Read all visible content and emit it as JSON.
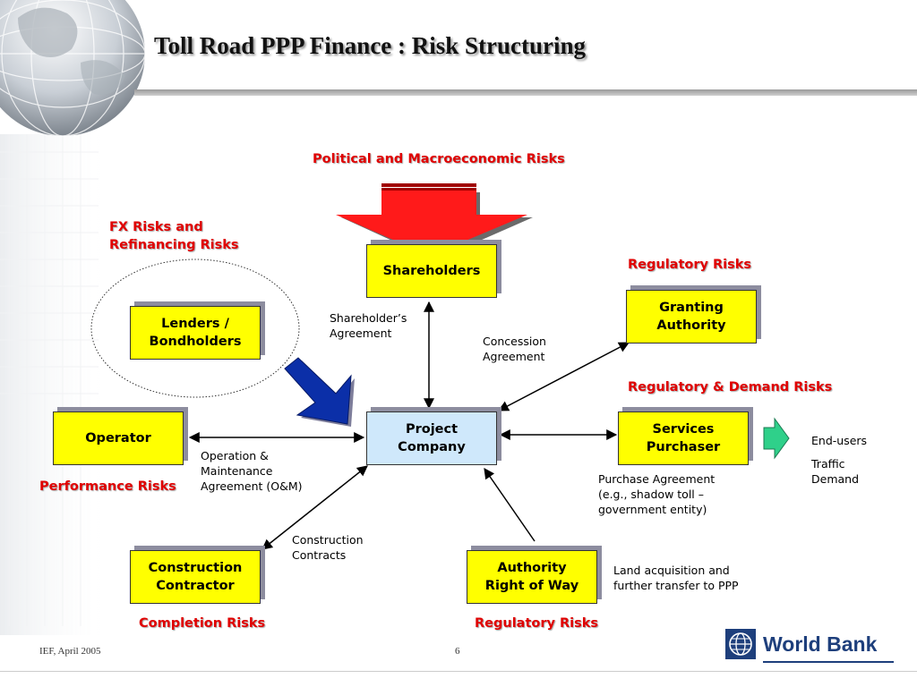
{
  "title": "Toll Road PPP Finance : Risk Structuring",
  "risks": {
    "political": "Political and Macroeconomic Risks",
    "fx_line1": "FX Risks and",
    "fx_line2": "Refinancing Risks",
    "regulatory_top": "Regulatory Risks",
    "regulatory_demand": "Regulatory & Demand Risks",
    "performance": "Performance Risks",
    "completion": "Completion  Risks",
    "regulatory_bottom": "Regulatory Risks"
  },
  "boxes": {
    "shareholders": "Shareholders",
    "lenders_line1": "Lenders /",
    "lenders_line2": "Bondholders",
    "granting_line1": "Granting",
    "granting_line2": "Authority",
    "operator": "Operator",
    "project_line1": "Project",
    "project_line2": "Company",
    "services_line1": "Services",
    "services_line2": "Purchaser",
    "construction_line1": "Construction",
    "construction_line2": "Contractor",
    "authority_line1": "Authority",
    "authority_line2": "Right of Way"
  },
  "notes": {
    "shareholder_line1": "Shareholder’s",
    "shareholder_line2": "Agreement",
    "concession_line1": "Concession",
    "concession_line2": "Agreement",
    "om_line1": "Operation &",
    "om_line2": "Maintenance",
    "om_line3": "Agreement (O&M)",
    "purchase_line1": "Purchase Agreement",
    "purchase_line2": "(e.g., shadow toll –",
    "purchase_line3": "government entity)",
    "end_users": "End-users",
    "traffic_line1": "Traffic",
    "traffic_line2": "Demand",
    "construction_line1": "Construction",
    "construction_line2": "Contracts",
    "land_line1": "Land acquisition and",
    "land_line2": "further transfer to PPP"
  },
  "footer": {
    "left": "IEF, April 2005",
    "page": "6",
    "logo": "World Bank"
  },
  "colors": {
    "risk_red": "#e00000",
    "box_yellow": "#ffff00",
    "box_blue": "#cfe8fb",
    "arrow_red": "#ff1a1a",
    "arrow_blue": "#0b2fa8",
    "arrow_green": "#2fd08a",
    "logo_blue": "#1e3f7c"
  }
}
